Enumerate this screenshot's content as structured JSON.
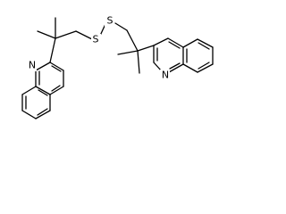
{
  "molecule": {
    "atom_labels": {
      "n_left": "N",
      "n_right": "N",
      "s_left": "S",
      "s_right": "S"
    }
  },
  "colors": {
    "bond": "#000000",
    "label": "#000000",
    "background": "#ffffff"
  }
}
